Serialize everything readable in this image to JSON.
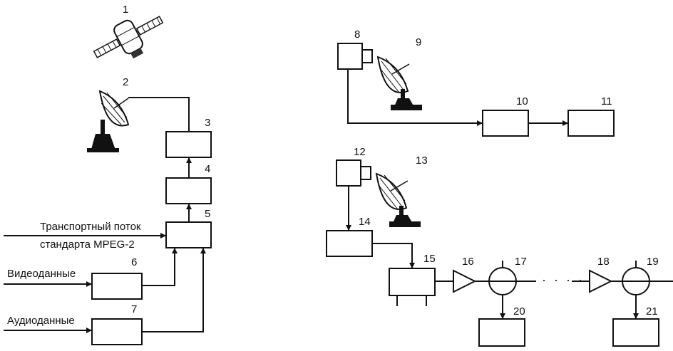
{
  "numbers": {
    "n1": "1",
    "n2": "2",
    "n3": "3",
    "n4": "4",
    "n5": "5",
    "n6": "6",
    "n7": "7",
    "n8": "8",
    "n9": "9",
    "n10": "10",
    "n11": "11",
    "n12": "12",
    "n13": "13",
    "n14": "14",
    "n15": "15",
    "n16": "16",
    "n17": "17",
    "n18": "18",
    "n19": "19",
    "n20": "20",
    "n21": "21"
  },
  "labels": {
    "transport_line1": "Транспортный поток",
    "transport_line2": "стандарта MPEG-2",
    "video": "Видеоданные",
    "audio": "Аудиоданные",
    "ellipsis": "· · · ·"
  },
  "icons": {
    "satellite": "satellite-icon",
    "dish": "satellite-dish-icon",
    "camera": "video-camera-icon",
    "amplifier": "amplifier-triangle-icon",
    "splitter": "splitter-circle-icon"
  },
  "colors": {
    "ink": "#111111",
    "paper": "#ffffff"
  }
}
